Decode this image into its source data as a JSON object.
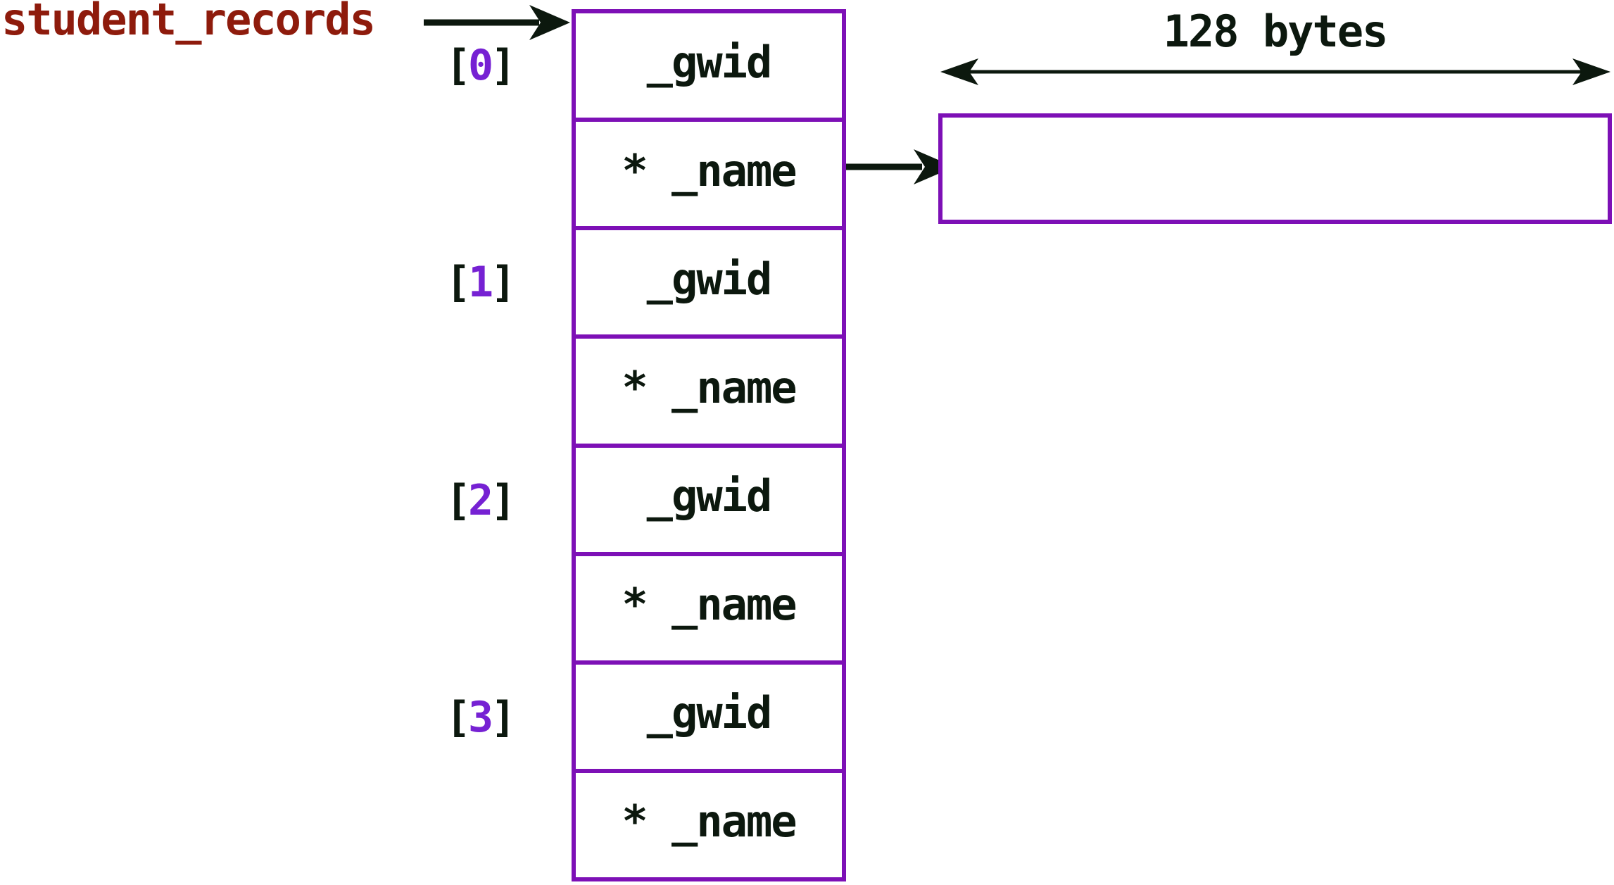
{
  "diagram": {
    "pointer_label": "student_records",
    "array_indices": [
      {
        "open": "[",
        "digit": "0",
        "close": "]"
      },
      {
        "open": "[",
        "digit": "1",
        "close": "]"
      },
      {
        "open": "[",
        "digit": "2",
        "close": "]"
      },
      {
        "open": "[",
        "digit": "3",
        "close": "]"
      }
    ],
    "cells": [
      {
        "label": "_gwid"
      },
      {
        "label": "* _name"
      },
      {
        "label": "_gwid"
      },
      {
        "label": "* _name"
      },
      {
        "label": "_gwid"
      },
      {
        "label": "* _name"
      },
      {
        "label": "_gwid"
      },
      {
        "label": "* _name"
      }
    ],
    "buffer": {
      "size_label": "128 bytes"
    },
    "arrows": [
      {
        "name": "pointer-arrow",
        "from": "student_records",
        "to": "record-array-top"
      },
      {
        "name": "name-pointer-arrow",
        "from": "element-0-name",
        "to": "heap-buffer"
      },
      {
        "name": "size-extent-arrow",
        "style": "double-headed",
        "spans": "heap-buffer-width"
      }
    ],
    "colors": {
      "box_border": "#7D10B6",
      "index_digit": "#7621D3",
      "pointer_label": "#8E1B0C",
      "ink": "#0C180E",
      "background": "#FFFFFF"
    }
  }
}
